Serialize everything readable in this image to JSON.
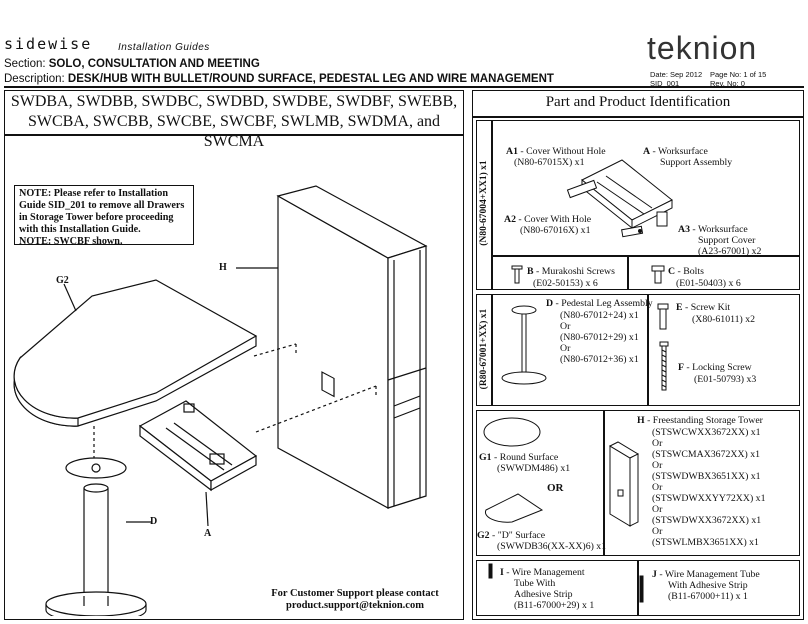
{
  "header": {
    "brand": "sidewise",
    "brand_sub": "Installation Guides",
    "section_label": "Section:",
    "section_value": "SOLO, CONSULTATION AND MEETING",
    "description_label": "Description:",
    "description_value": "DESK/HUB WITH BULLET/ROUND SURFACE, PEDESTAL LEG AND WIRE MANAGEMENT",
    "logo": "teknion",
    "date": "Date: Sep 2012",
    "page": "Page No: 1 of 15",
    "sid": "SID_001",
    "rev": "Rev. No: 0"
  },
  "left_panel": {
    "title_line1": "SWDBA, SWDBB, SWDBC, SWDBD, SWDBE, SWDBF, SWEBB,",
    "title_line2": "SWCBA, SWCBB, SWCBE, SWCBF, SWLMB, SWDMA, and SWCMA",
    "note": [
      "NOTE: Please refer to Installation",
      "Guide SID_201 to remove all Drawers",
      "in Storage Tower before proceeding",
      "with this Installation Guide.",
      "NOTE: SWCBF shown."
    ],
    "labels": {
      "g2": "G2",
      "h": "H",
      "a": "A",
      "d": "D"
    },
    "support_line1": "For Customer Support please contact",
    "support_line2": "product.support@teknion.com"
  },
  "right_panel": {
    "title": "Part and Product Identification",
    "tab_1": "(N80-67004+XX1) x1",
    "tab_2": "(R80-67001+XX) x1",
    "a1_code": "A1",
    "a1_name": " - Cover Without Hole",
    "a1_part": "(N80-67015X) x1",
    "a_code": "A",
    "a_name": " - Worksurface",
    "a_name2": "Support Assembly",
    "a2_code": "A2",
    "a2_name": " - Cover With Hole",
    "a2_part": "(N80-67016X) x1",
    "a3_code": "A3",
    "a3_name": " - Worksurface",
    "a3_name2": "Support Cover",
    "a3_part": "(A23-67001) x2",
    "b_code": "B",
    "b_name": " - Murakoshi Screws",
    "b_part": "(E02-50153) x 6",
    "c_code": "C",
    "c_name": " - Bolts",
    "c_part": "(E01-50403) x 6",
    "d_code": "D",
    "d_name": " - Pedestal Leg Assembly",
    "d_parts": [
      "(N80-67012+24) x1",
      "Or",
      "(N80-67012+29) x1",
      "Or",
      "(N80-67012+36) x1"
    ],
    "e_code": "E",
    "e_name": " - Screw Kit",
    "e_part": "(X80-61011) x2",
    "f_code": "F",
    "f_name": " - Locking Screw",
    "f_part": "(E01-50793) x3",
    "g1_code": "G1",
    "g1_name": " - Round Surface",
    "g1_part": "(SWWDM486) x1",
    "or_label": "OR",
    "g2_code": "G2",
    "g2_name": " - \"D\" Surface",
    "g2_part": "(SWWDB36(XX-XX)6) x1",
    "h_code": "H",
    "h_name": " - Freestanding Storage Tower",
    "h_parts": [
      "(STSWCWXX3672XX) x1",
      "Or",
      "(STSWCMAX3672XX) x1",
      "Or",
      "(STSWDWBX3651XX) x1",
      "Or",
      "(STSWDWXXYY72XX) x1",
      "Or",
      "(STSWDWXX3672XX) x1",
      "Or",
      "(STSWLMBX3651XX) x1"
    ],
    "i_code": "I",
    "i_name": " - Wire Management",
    "i_name2": "Tube With",
    "i_name3": "Adhesive Strip",
    "i_part": "(B11-67000+29) x 1",
    "j_code": "J",
    "j_name": " - Wire Management Tube",
    "j_name2": "With Adhesive Strip",
    "j_part": "(B11-67000+11) x 1"
  }
}
